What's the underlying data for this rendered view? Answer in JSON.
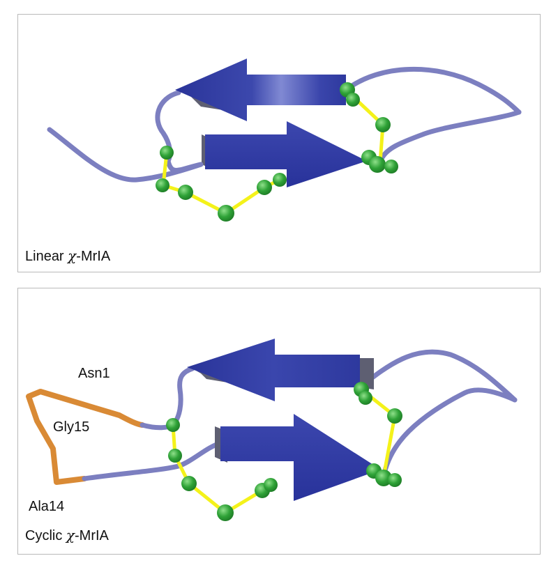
{
  "panels": {
    "top": {
      "caption_prefix": "Linear ",
      "caption_chi": "χ",
      "caption_suffix": "-MrIA"
    },
    "bottom": {
      "caption_prefix": "Cyclic ",
      "caption_chi": "χ",
      "caption_suffix": "-MrIA",
      "residue_labels": {
        "asn1": "Asn1",
        "gly15": "Gly15",
        "ala14": "Ala14"
      }
    }
  },
  "colors": {
    "coil": "#7c7fc0",
    "strand": "#343fa6",
    "strand_highlight": "#7d86d2",
    "strand_shadow": "#5e5f72",
    "disulfide": "#f4f21a",
    "sulfur": "#2ea036",
    "linker": "#d98a35",
    "border": "#b9b9b9"
  }
}
